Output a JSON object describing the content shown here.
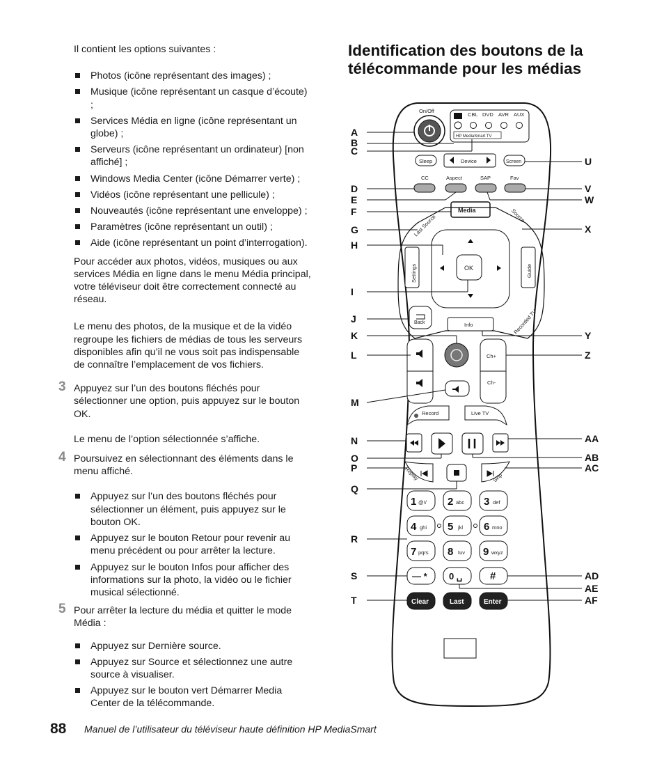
{
  "left": {
    "intro": "Il contient les options suivantes :",
    "options": [
      "Photos (icône représentant des images) ;",
      "Musique (icône représentant un casque d’écoute) ;",
      "Services Média en ligne (icône représentant un globe) ;",
      "Serveurs (icône représentant un ordinateur) [non affiché] ;",
      "Windows Media Center (icône Démarrer verte) ;",
      "Vidéos (icône représentant une pellicule) ;",
      "Nouveautés (icône représentant une enveloppe) ;",
      "Paramètres (icône représentant un outil) ;",
      "Aide (icône représentant un point d’interrogation)."
    ],
    "para1": "Pour accéder aux photos, vidéos, musiques ou aux services Média en ligne dans le menu Média principal, votre téléviseur doit être correctement connecté au réseau.",
    "para2": "Le menu des photos, de la musique et de la vidéo regroupe les fichiers de médias de tous les serveurs disponibles afin qu’il ne vous soit pas indispensable de connaître l’emplacement de vos fichiers.",
    "step3_num": "3",
    "step3": "Appuyez sur l’un des boutons fléchés pour sélectionner une option, puis appuyez sur le bouton OK.",
    "step3_note": "Le menu de l’option sélectionnée s’affiche.",
    "step4_num": "4",
    "step4": "Poursuivez en sélectionnant des éléments dans le menu affiché.",
    "step4_items": [
      "Appuyez sur l’un des boutons fléchés pour sélectionner un élément, puis appuyez sur le bouton OK.",
      "Appuyez sur le bouton Retour pour revenir au menu précédent ou pour arrêter la lecture.",
      "Appuyez sur le bouton Infos pour afficher des informations sur la photo, la vidéo ou le fichier musical sélectionné."
    ],
    "step5_num": "5",
    "step5": "Pour arrêter la lecture du média et quitter le mode Média :",
    "step5_items": [
      "Appuyez sur Dernière source.",
      "Appuyez sur Source et sélectionnez une autre source à visualiser.",
      "Appuyez sur le bouton vert Démarrer Media Center de la télécommande."
    ]
  },
  "heading": "Identification des boutons de la télécommande pour les médias",
  "footer": {
    "page": "88",
    "text": "Manuel de l’utilisateur du téléviseur haute définition HP MediaSmart"
  },
  "remote": {
    "labels_left": [
      "A",
      "B",
      "C",
      "D",
      "E",
      "F",
      "G",
      "H",
      "I",
      "J",
      "K",
      "L",
      "M",
      "N",
      "O",
      "P",
      "Q",
      "R",
      "S",
      "T"
    ],
    "labels_right": [
      "U",
      "V",
      "W",
      "X",
      "Y",
      "Z",
      "AA",
      "AB",
      "AC",
      "AD",
      "AE",
      "AF"
    ],
    "onoff": "On/Off",
    "sources": [
      "CBL",
      "DVD",
      "AVR",
      "AUX"
    ],
    "brand": "HP MediaSmart TV",
    "sleep": "Sleep",
    "device": "Device",
    "screen": "Screen",
    "cc": "CC",
    "aspect": "Aspect",
    "sap": "SAP",
    "fav": "Fav",
    "media": "Media",
    "last_source": "Last Source",
    "source": "Source",
    "settings": "Settings",
    "guide": "Guide",
    "ok": "OK",
    "back": "Back",
    "info": "Info",
    "recorded_tv": "Recorded TV",
    "ch_plus": "Ch+",
    "ch_minus": "Ch-",
    "record": "Record",
    "live_tv": "Live TV",
    "replay": "Replay",
    "skip": "Skip",
    "keys": [
      {
        "n": "1",
        "s": "@!/"
      },
      {
        "n": "2",
        "s": "abc"
      },
      {
        "n": "3",
        "s": "def"
      },
      {
        "n": "4",
        "s": "ghi"
      },
      {
        "n": "5",
        "s": "jkl"
      },
      {
        "n": "6",
        "s": "mno"
      },
      {
        "n": "7",
        "s": "pqrs"
      },
      {
        "n": "8",
        "s": "tuv"
      },
      {
        "n": "9",
        "s": "wxyz"
      }
    ],
    "dash_star": "— *",
    "zero": "0 ␣",
    "hash": "#",
    "clear": "Clear",
    "last": "Last",
    "enter": "Enter"
  }
}
